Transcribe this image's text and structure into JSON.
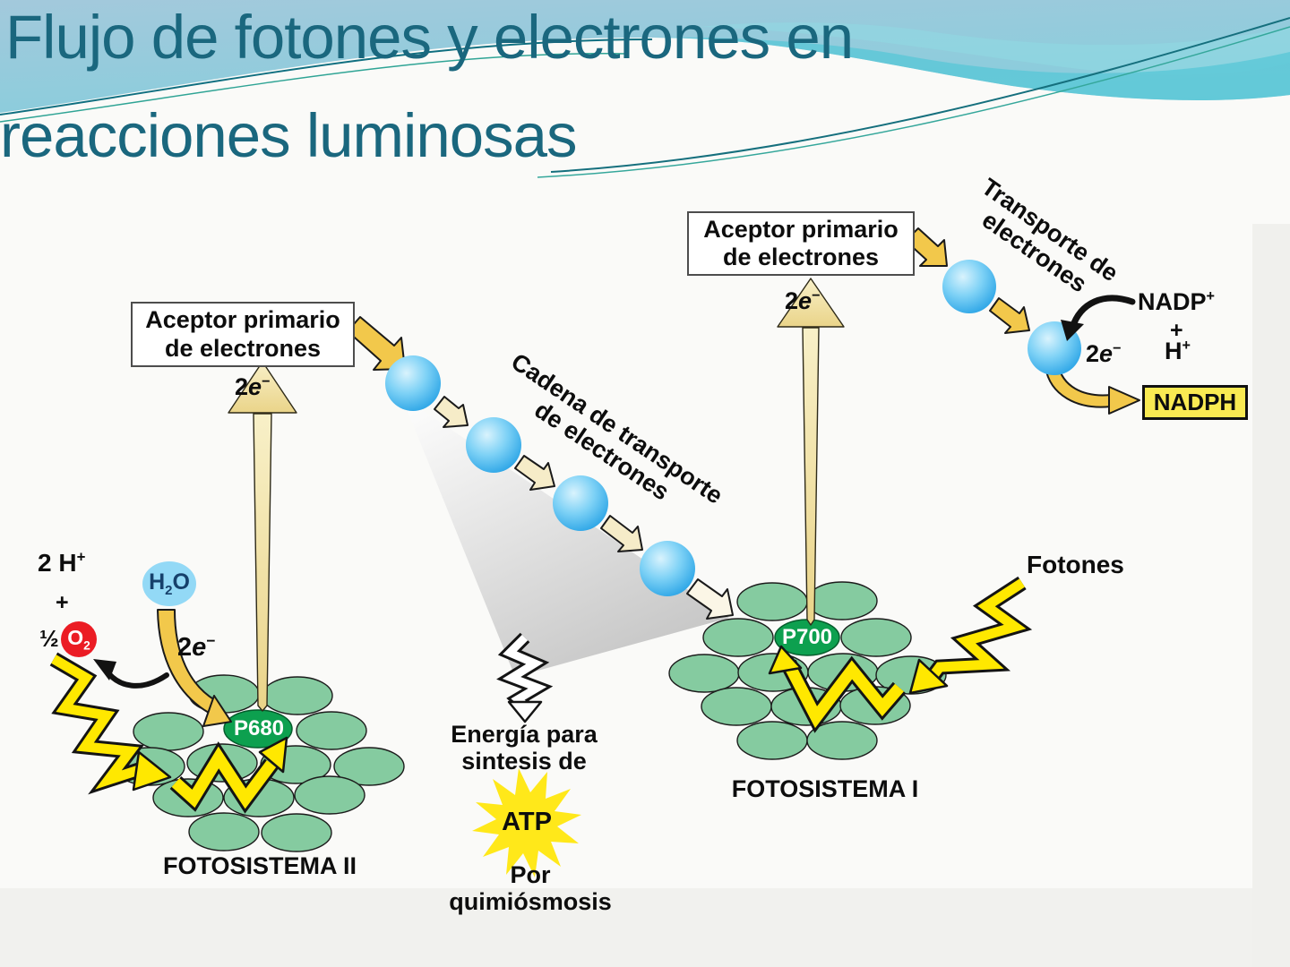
{
  "slide": {
    "title_line1": "Flujo de fotones y electrones en",
    "title_line2": "reacciones luminosas"
  },
  "labels": {
    "acceptor_primary": "Aceptor primario de electrones",
    "chain": "Cadena de transporte de electrones",
    "transport": "Transporte de electrones",
    "photons": "Fotones",
    "photosystem2": "FOTOSISTEMA II",
    "photosystem1": "FOTOSISTEMA I",
    "p680": "P680",
    "p700": "P700",
    "nadph": "NADPH",
    "energy_line1": "Energía para",
    "energy_line2": "sintesis de",
    "atp": "ATP",
    "chemiosmosis_line1": "Por",
    "chemiosmosis_line2": "quimiósmosis",
    "plus": "+"
  },
  "formulas": {
    "two_e": {
      "coef": "2",
      "sym": "e",
      "charge": "−"
    },
    "water": {
      "el1": "H",
      "sub": "2",
      "el2": "O"
    },
    "protons_2h": {
      "base": "2 H",
      "charge": "+"
    },
    "half": "½",
    "oxygen": {
      "el": "O",
      "sub": "2"
    },
    "nadp": {
      "base": "NADP",
      "charge": "+"
    },
    "h_plus": {
      "base": "H",
      "charge": "+"
    }
  },
  "colors": {
    "title": "#1A677E",
    "photon_yellow": "#FFE800",
    "arrow_gold": "#F2C84B",
    "arrow_pale": "#F6ECC8",
    "electron_blue": "#29A8E8",
    "chlorophyll_green": "#85CBA0",
    "reaction_center_green": "#0DA04F",
    "oxygen_red": "#EB1C24",
    "water_blue": "#93D9F6",
    "nadph_yellow": "#F9EA52",
    "atp_yellow": "#FFE81A"
  }
}
